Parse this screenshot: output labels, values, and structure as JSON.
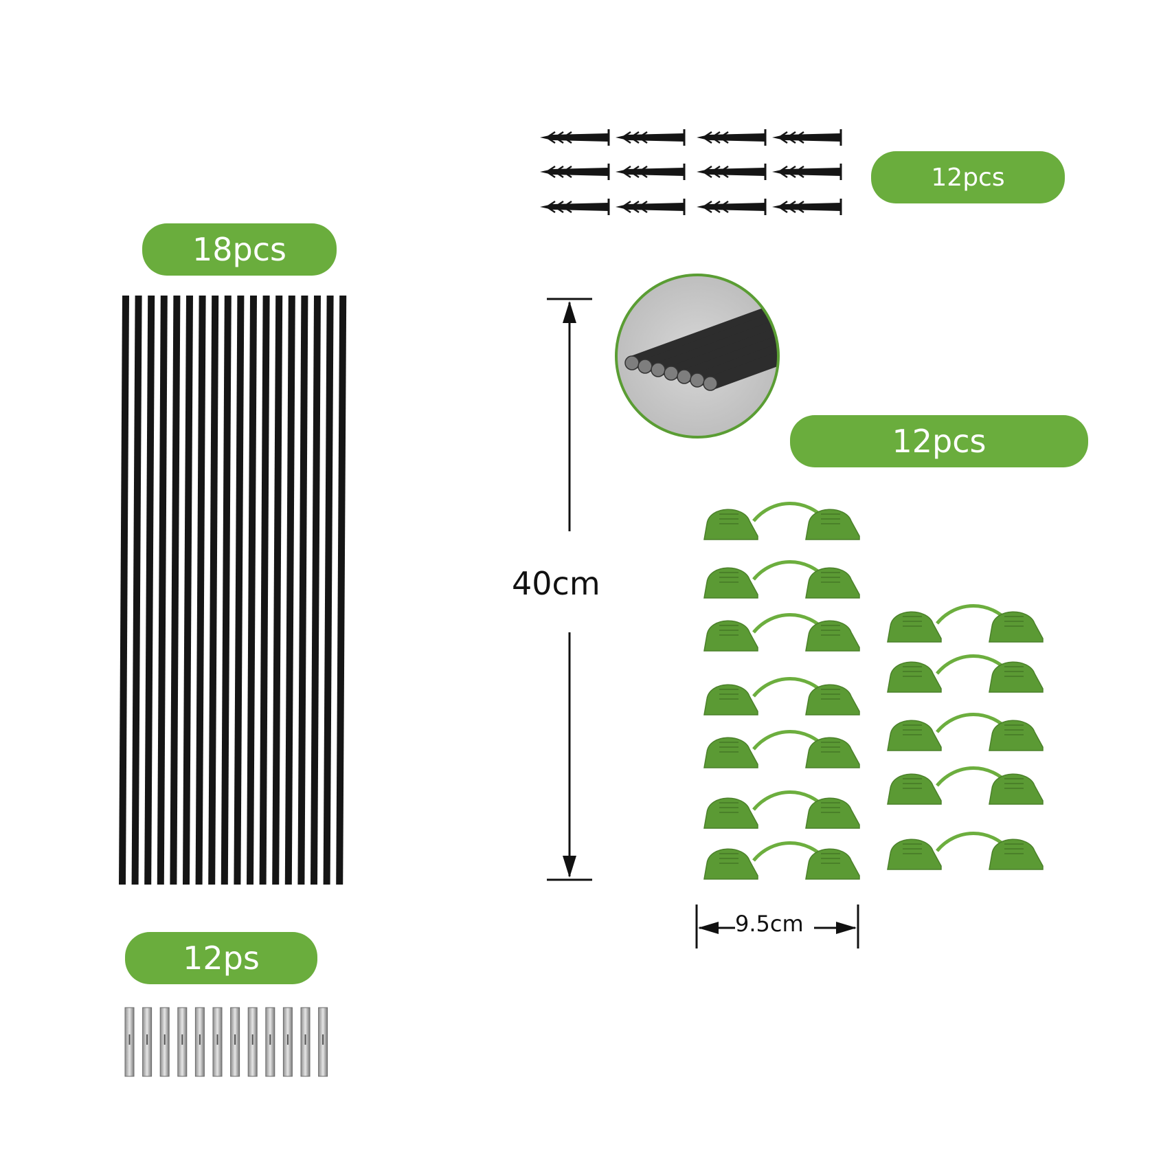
{
  "labels": {
    "rods_qty": "18pcs",
    "connectors_qty": "12ps",
    "stakes_qty": "12pcs",
    "clips_qty": "12pcs"
  },
  "dimensions": {
    "height": "40cm",
    "width": "9.5cm"
  },
  "colors": {
    "pill_green": "#6aad3d",
    "clip_green": "#5b9a34",
    "rod_black": "#151515"
  }
}
